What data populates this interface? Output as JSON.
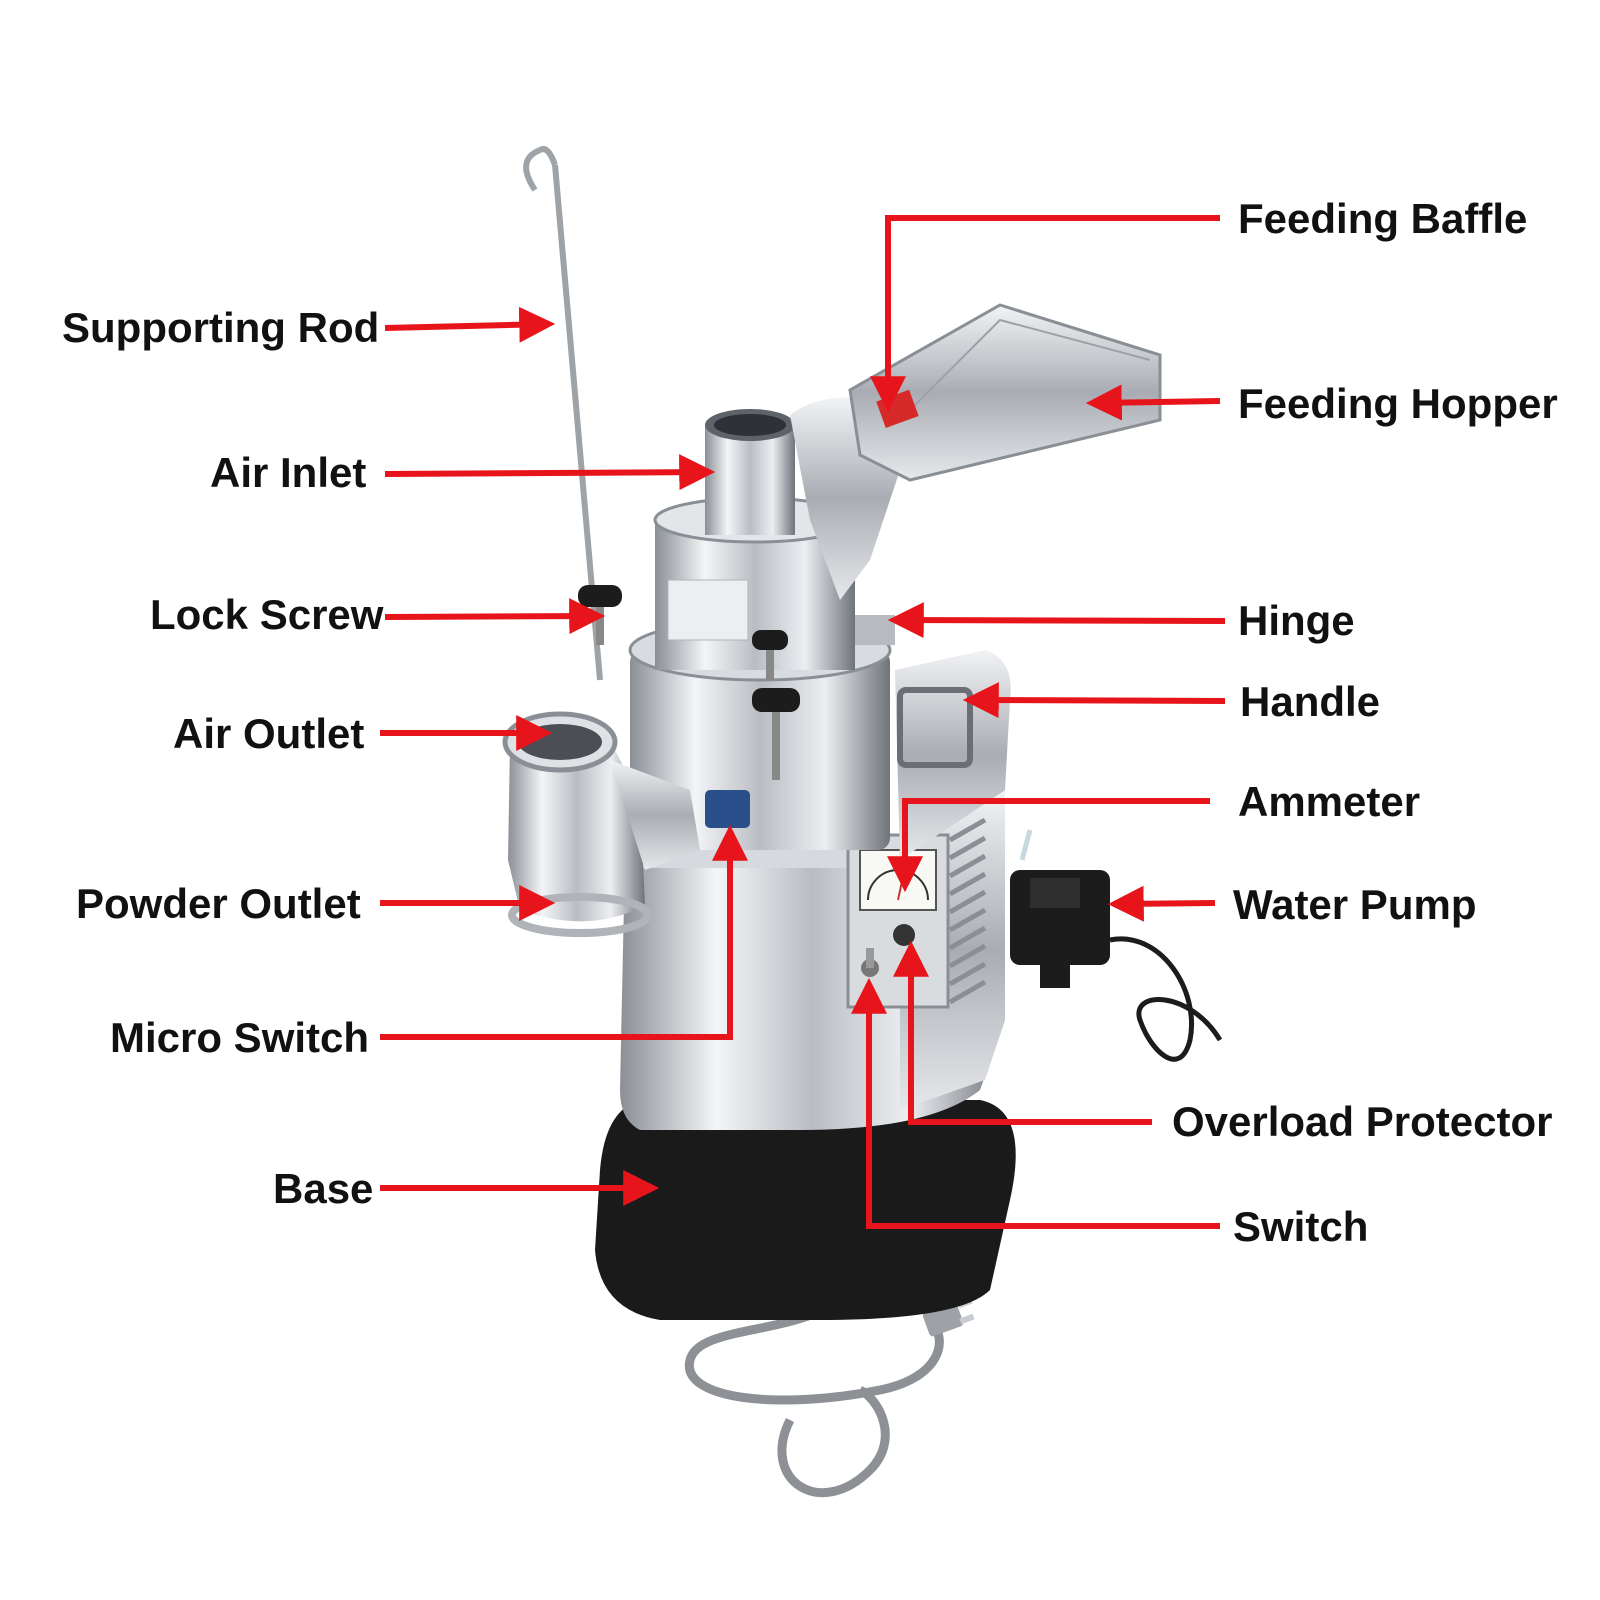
{
  "labels": {
    "supporting_rod": "Supporting Rod",
    "air_inlet": "Air Inlet",
    "lock_screw": "Lock Screw",
    "air_outlet": "Air Outlet",
    "powder_outlet": "Powder Outlet",
    "micro_switch": "Micro Switch",
    "base": "Base",
    "feeding_baffle": "Feeding Baffle",
    "feeding_hopper": "Feeding Hopper",
    "hinge": "Hinge",
    "handle": "Handle",
    "ammeter": "Ammeter",
    "water_pump": "Water Pump",
    "overload_protector": "Overload Protector",
    "switch": "Switch"
  },
  "colors": {
    "arrow": "#e8141b",
    "label_text": "#111111",
    "steel_light": "#eef0f2",
    "steel_dark": "#6b6f75",
    "base_black": "#1a1a1a"
  }
}
